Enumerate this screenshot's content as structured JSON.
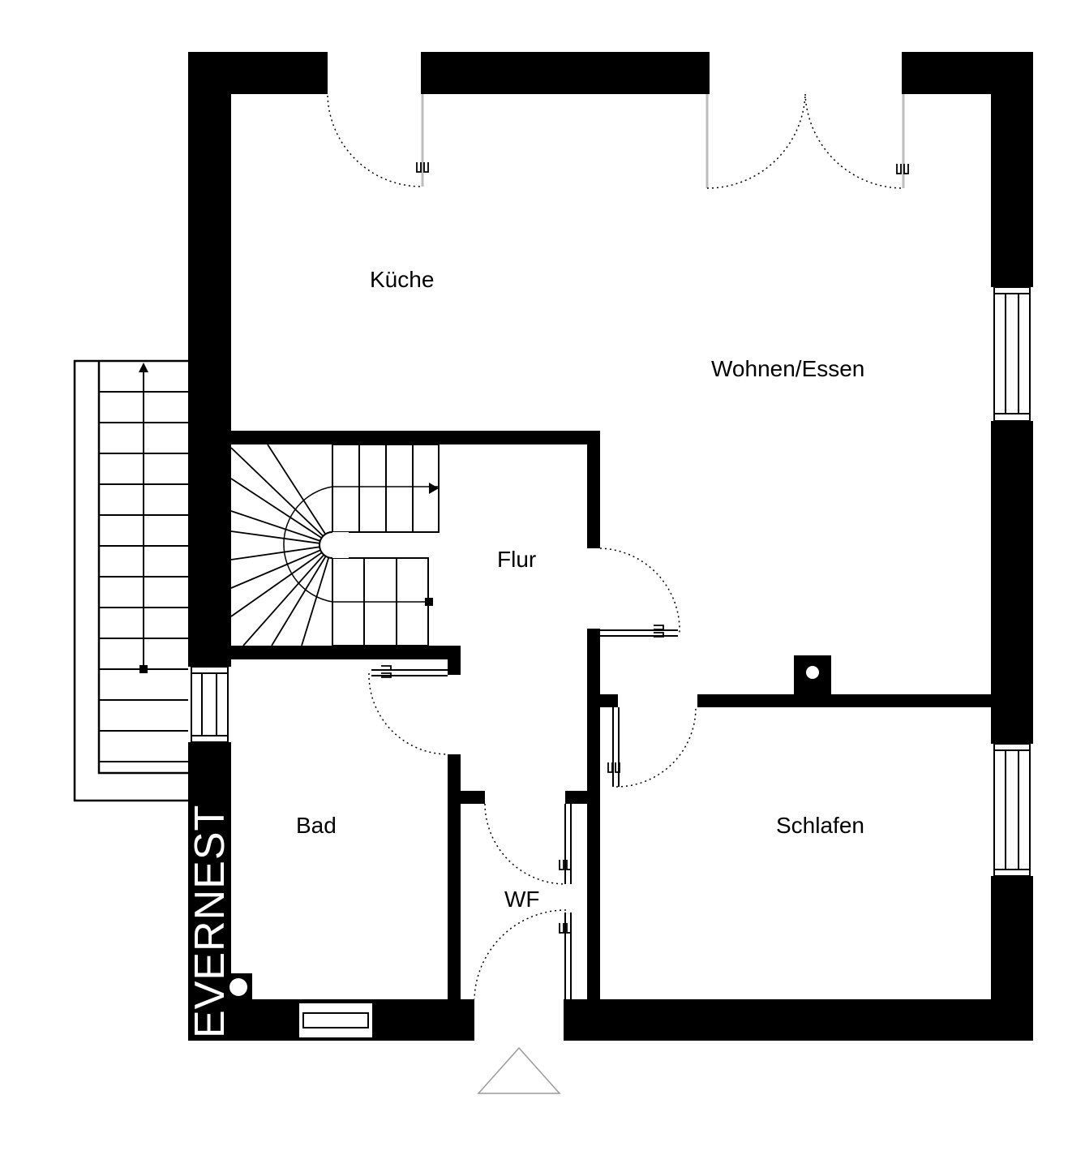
{
  "rooms": {
    "kueche": "Küche",
    "wohnen_essen": "Wohnen/Essen",
    "flur": "Flur",
    "bad": "Bad",
    "schlafen": "Schlafen",
    "wf": "WF"
  },
  "brand": {
    "logo_text": "EVERNEST"
  },
  "colors": {
    "wall": "#000000",
    "background": "#ffffff",
    "window_frame": "#bdbdbd"
  },
  "icons": {
    "entrance": "entrance-arrow-icon",
    "stair_direction": "stair-arrow-icon"
  }
}
